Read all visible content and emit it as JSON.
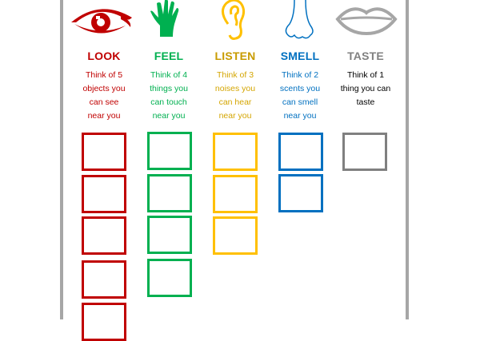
{
  "worksheet": {
    "columns": [
      {
        "key": "look",
        "icon": "eye-icon",
        "title": "LOOK",
        "color": "#c00000",
        "desc_lines": [
          "Think of 5",
          "objects you",
          "can see",
          "near you"
        ],
        "box_count": 5
      },
      {
        "key": "feel",
        "icon": "hand-icon",
        "title": "FEEL",
        "color": "#00b050",
        "desc_lines": [
          "Think of 4",
          "things you",
          "can touch",
          "near you"
        ],
        "box_count": 4
      },
      {
        "key": "listen",
        "icon": "ear-icon",
        "title": "LISTEN",
        "color": "#ffc000",
        "title_color": "#c89b00",
        "desc_lines": [
          "Think of 3",
          "noises you",
          "can hear",
          "near you"
        ],
        "box_count": 3
      },
      {
        "key": "smell",
        "icon": "nose-icon",
        "title": "SMELL",
        "color": "#0070c0",
        "desc_lines": [
          "Think of 2",
          "scents you",
          "can smell",
          "near you"
        ],
        "box_count": 2
      },
      {
        "key": "taste",
        "icon": "lips-icon",
        "title": "TASTE",
        "color": "#808080",
        "desc_color": "#000000",
        "desc_lines": [
          "Think of 1",
          "thing you can",
          "taste"
        ],
        "box_count": 1
      }
    ]
  }
}
